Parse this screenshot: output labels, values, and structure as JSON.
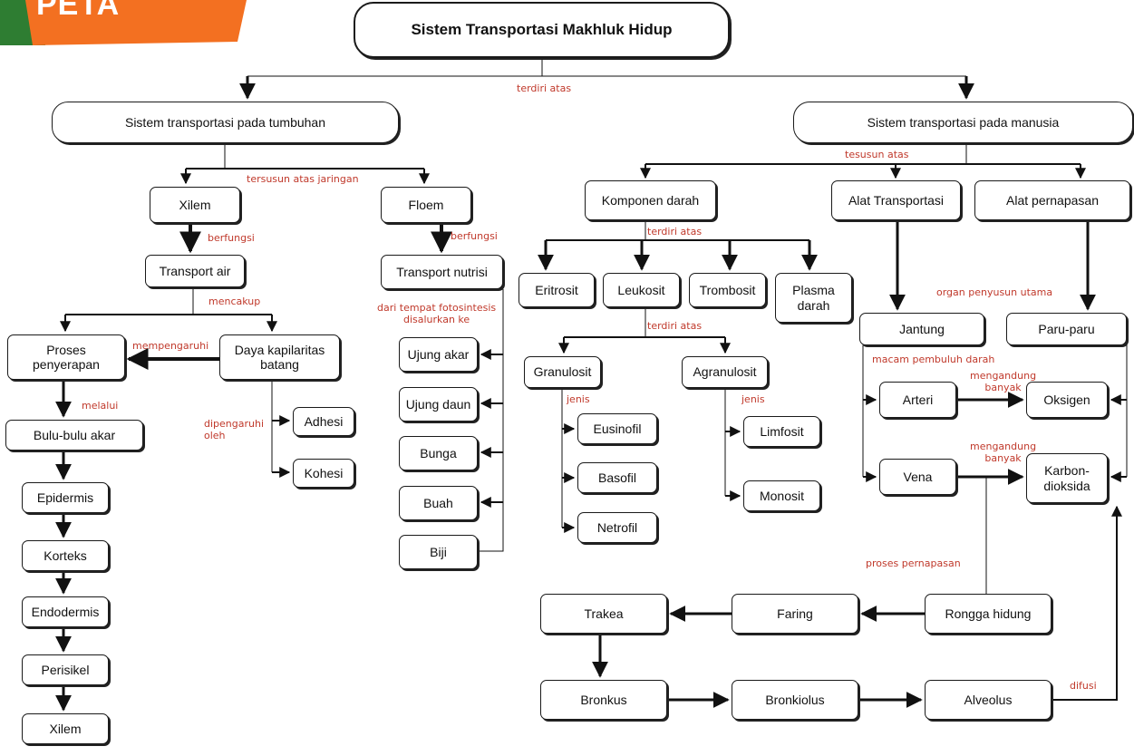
{
  "colors": {
    "label": "#c0392b",
    "badge_green": "#2e7d32",
    "badge_orange": "#f37021",
    "line": "#111111"
  },
  "badge_text": "PETA",
  "nodes": {
    "root": "Sistem Transportasi Makhluk Hidup",
    "plant": "Sistem transportasi pada tumbuhan",
    "human": "Sistem transportasi pada manusia",
    "xilem": "Xilem",
    "floem": "Floem",
    "transport_air": "Transport air",
    "transport_nutrisi": "Transport nutrisi",
    "proses_penyerapan": "Proses\npenyerapan",
    "daya_kapilaritas": "Daya kapilaritas\nbatang",
    "adhesi": "Adhesi",
    "kohesi": "Kohesi",
    "bulu_akar": "Bulu-bulu akar",
    "epidermis": "Epidermis",
    "korteks": "Korteks",
    "endodermis": "Endodermis",
    "perisikel": "Perisikel",
    "xilem_bottom": "Xilem",
    "ujung_akar": "Ujung akar",
    "ujung_daun": "Ujung daun",
    "bunga": "Bunga",
    "buah": "Buah",
    "biji": "Biji",
    "komponen_darah": "Komponen darah",
    "alat_transportasi": "Alat Transportasi",
    "alat_pernapasan": "Alat pernapasan",
    "eritrosit": "Eritrosit",
    "leukosit": "Leukosit",
    "trombosit": "Trombosit",
    "plasma_darah": "Plasma\ndarah",
    "granulosit": "Granulosit",
    "agranulosit": "Agranulosit",
    "eusinofil": "Eusinofil",
    "basofil": "Basofil",
    "netrofil": "Netrofil",
    "limfosit": "Limfosit",
    "monosit": "Monosit",
    "jantung": "Jantung",
    "paru_paru": "Paru-paru",
    "arteri": "Arteri",
    "vena": "Vena",
    "oksigen": "Oksigen",
    "karbondioksida": "Karbon-\ndioksida",
    "rongga_hidung": "Rongga hidung",
    "faring": "Faring",
    "trakea": "Trakea",
    "bronkus": "Bronkus",
    "bronkiolus": "Bronkiolus",
    "alveolus": "Alveolus"
  },
  "labels": {
    "terdiri_atas_1": "terdiri atas",
    "tersusun_jaringan": "tersusun atas jaringan",
    "tesusun_atas": "tesusun atas",
    "berfungsi_1": "berfungsi",
    "berfungsi_2": "berfungsi",
    "mencakup": "mencakup",
    "mempengaruhi": "mempengaruhi",
    "melalui": "melalui",
    "dipengaruhi_oleh": "dipengaruhi\noleh",
    "dari_tempat": "dari tempat fotosintesis\ndisalurkan ke",
    "terdiri_atas_2": "terdiri atas",
    "terdiri_atas_3": "terdiri atas",
    "jenis_1": "jenis",
    "jenis_2": "jenis",
    "organ_penyusun": "organ penyusun utama",
    "macam_pembuluh": "macam pembuluh darah",
    "mengandung_1": "mengandung\nbanyak",
    "mengandung_2": "mengandung\nbanyak",
    "proses_pernapasan": "proses pernapasan",
    "difusi": "difusi"
  }
}
